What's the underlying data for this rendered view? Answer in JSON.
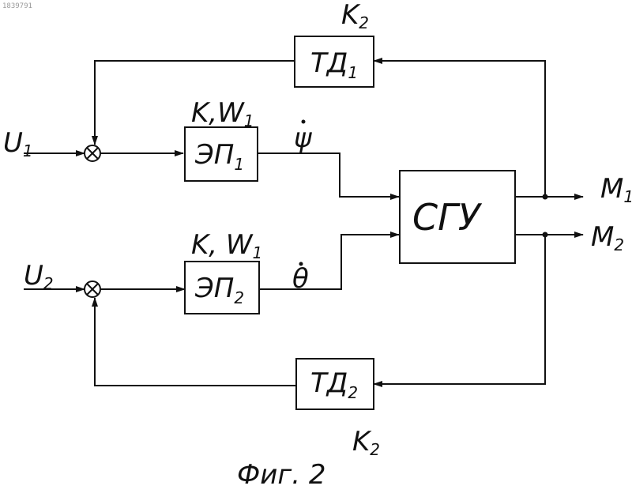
{
  "document_id": "1839791",
  "blocks": {
    "td1": {
      "label": "ТД",
      "sub": "1",
      "gain": "K",
      "gain_sub": "2"
    },
    "ep1": {
      "label": "ЭП",
      "sub": "1",
      "params": "K,W",
      "params_sub": "1"
    },
    "sgu": {
      "label": "СГУ"
    },
    "ep2": {
      "label": "ЭП",
      "sub": "2",
      "params": "K, W",
      "params_sub": "1"
    },
    "td2": {
      "label": "ТД",
      "sub": "2",
      "gain": "K",
      "gain_sub": "2"
    }
  },
  "signals": {
    "u1": {
      "label": "U",
      "sub": "1"
    },
    "u2": {
      "label": "U",
      "sub": "2"
    },
    "psi": {
      "label": "ψ"
    },
    "theta": {
      "label": "θ"
    },
    "m1": {
      "label": "M",
      "sub": "1"
    },
    "m2": {
      "label": "M",
      "sub": "2"
    }
  },
  "caption": "Фиг. 2"
}
